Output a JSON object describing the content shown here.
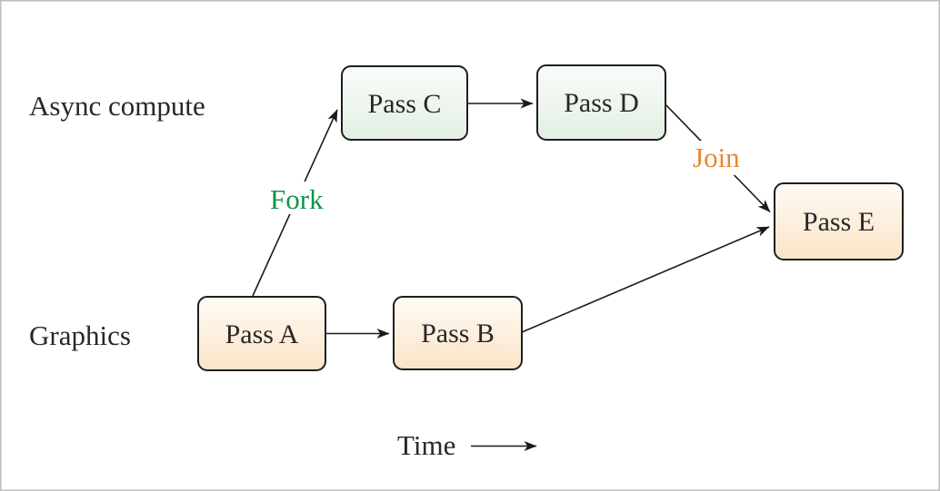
{
  "diagram": {
    "type": "fork-join-render-pass-dependency-graph",
    "lanes": [
      {
        "id": "async",
        "label": "Async compute"
      },
      {
        "id": "graphics",
        "label": "Graphics"
      }
    ],
    "nodes": {
      "a": {
        "label": "Pass A",
        "lane": "Graphics",
        "fill": "peach"
      },
      "b": {
        "label": "Pass B",
        "lane": "Graphics",
        "fill": "peach"
      },
      "c": {
        "label": "Pass C",
        "lane": "Async compute",
        "fill": "green"
      },
      "d": {
        "label": "Pass D",
        "lane": "Async compute",
        "fill": "green"
      },
      "e": {
        "label": "Pass E",
        "lane": "Graphics",
        "fill": "peach"
      }
    },
    "edges": [
      {
        "from": "Pass A",
        "to": "Pass C",
        "label": "Fork"
      },
      {
        "from": "Pass A",
        "to": "Pass B",
        "label": ""
      },
      {
        "from": "Pass C",
        "to": "Pass D",
        "label": ""
      },
      {
        "from": "Pass D",
        "to": "Pass E",
        "label": "Join"
      },
      {
        "from": "Pass B",
        "to": "Pass E",
        "label": ""
      }
    ],
    "annotations": {
      "fork": "Fork",
      "join": "Join",
      "time_axis": "Time"
    },
    "colors": {
      "fork_green": "#16914a",
      "join_orange": "#e8872e",
      "green_fill_top": "#f9fcf9",
      "green_fill_bottom": "#e3efe3",
      "peach_fill_top": "#fefbf5",
      "peach_fill_bottom": "#fae4c7",
      "box_stroke": "#1e1e1e",
      "edge_stroke": "#1a1a1a",
      "frame_border": "#bdbdbd",
      "text": "#2a2628"
    }
  }
}
